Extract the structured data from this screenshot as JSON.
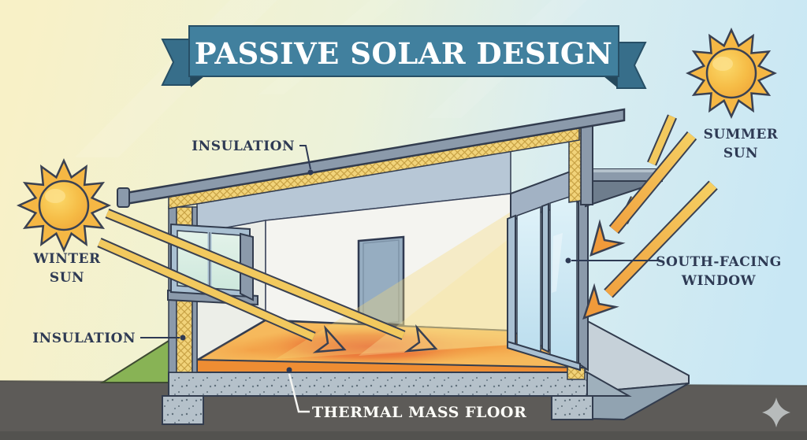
{
  "title": "PASSIVE SOLAR DESIGN",
  "labels": {
    "insulation_roof": "INSULATION",
    "insulation_wall": "INSULATION",
    "winter_sun": {
      "line1": "WINTER",
      "line2": "SUN"
    },
    "summer_sun": {
      "line1": "SUMMER",
      "line2": "SUN"
    },
    "south_facing_window": {
      "line1": "SOUTH-FACING",
      "line2": "WINDOW"
    },
    "thermal_mass_floor": "THERMAL MASS FLOOR"
  },
  "colors": {
    "ribbon": "#41809e",
    "ribbon_tail": "#376e8a",
    "ribbon_fold": "#24485c",
    "title_text": "#ffffff",
    "label_text": "#2e3a54",
    "sun_fill": "#f5b744",
    "sun_beam": "#f2c95e",
    "arrow_orange": "#f09a3a",
    "insulation_yellow": "#f1d37a",
    "structure_gray": "#8b9aab",
    "floor_orange": "#f5b052",
    "floor_hotspot": "#e4502d",
    "sky_left": "#f7f0c6",
    "sky_right": "#c8e7f4",
    "ground_gray": "#5d5b58",
    "grass_green": "#88b355",
    "concrete": "#b5c1ca",
    "glass_blue": "#cfe9f3",
    "outline": "#323c4e"
  }
}
